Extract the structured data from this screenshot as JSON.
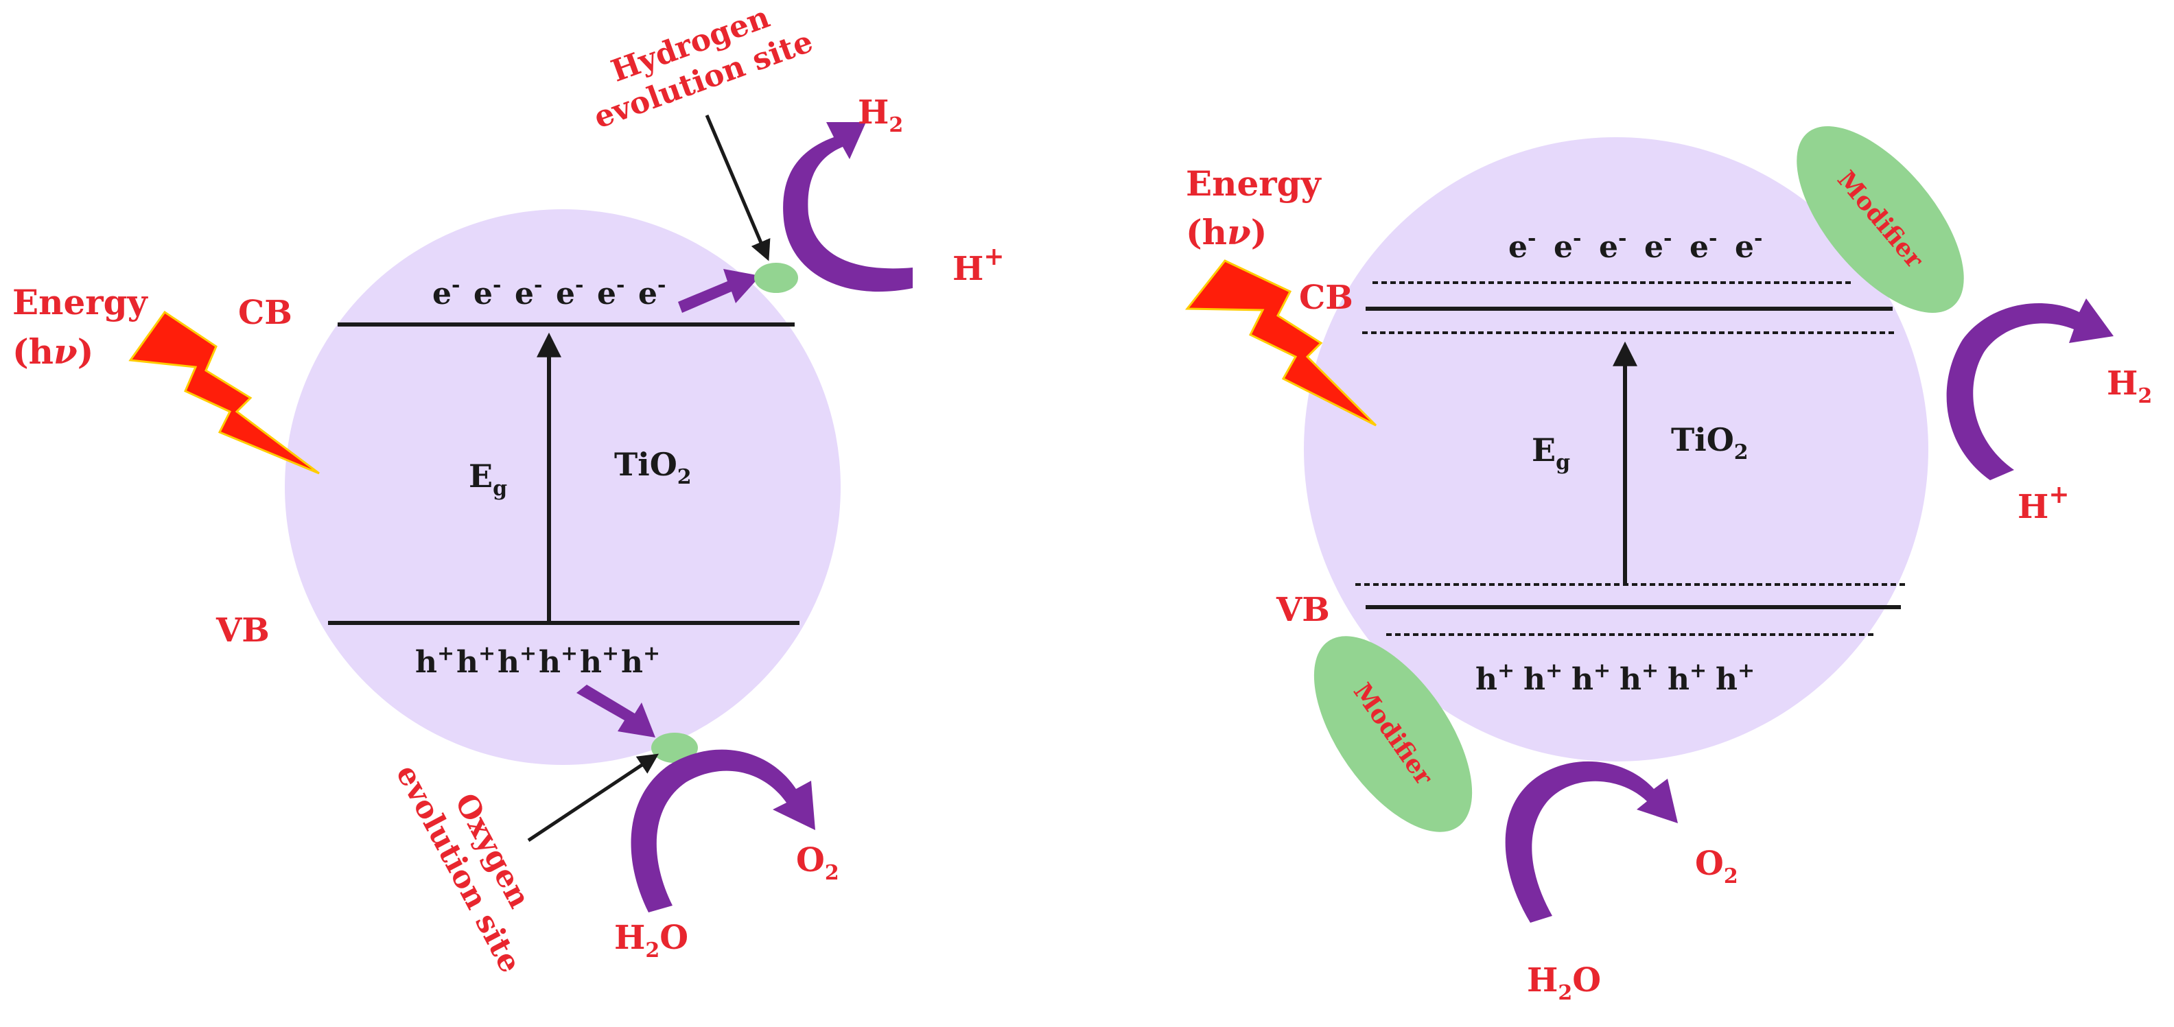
{
  "colors": {
    "sphere": "#e6d9fb",
    "label_red": "#e8262e",
    "arrow_purple": "#7b2aa0",
    "site_green": "#93d491",
    "bolt_red": "#ff1e0a",
    "line": "#1a1a1a"
  },
  "left": {
    "energy_label": "Energy",
    "hv_open": "(h",
    "hv_nu": "ν",
    "hv_close": ")",
    "cb_label": "CB",
    "vb_label": "VB",
    "bandgap_main": "E",
    "bandgap_sub": "g",
    "material_main": "TiO",
    "material_sub": "2",
    "electrons": [
      "e",
      "e",
      "e",
      "e",
      "e",
      "e"
    ],
    "electron_sup": "-",
    "holes": [
      "h",
      "h",
      "h",
      "h",
      "h",
      "h"
    ],
    "hole_sup": "+",
    "h2_main": "H",
    "h2_sub": "2",
    "hplus_main": "H",
    "hplus_sup": "+",
    "o2_main": "O",
    "o2_sub": "2",
    "h2o_h": "H",
    "h2o_sub": "2",
    "h2o_o": "O",
    "hydrogen_site_line1": "Hydrogen",
    "hydrogen_site_line2": "evolution site",
    "oxygen_site_line1": "Oxygen",
    "oxygen_site_line2": "evolution site"
  },
  "right": {
    "energy_label": "Energy",
    "hv_open": "(h",
    "hv_nu": "ν",
    "hv_close": ")",
    "cb_label": "CB",
    "vb_label": "VB",
    "bandgap_main": "E",
    "bandgap_sub": "g",
    "material_main": "TiO",
    "material_sub": "2",
    "electrons": [
      "e",
      "e",
      "e",
      "e",
      "e",
      "e"
    ],
    "electron_sup": "-",
    "holes": [
      "h",
      "h",
      "h",
      "h",
      "h",
      "h"
    ],
    "hole_sup": "+",
    "h2_main": "H",
    "h2_sub": "2",
    "hplus_main": "H",
    "hplus_sup": "+",
    "o2_main": "O",
    "o2_sub": "2",
    "h2o_h": "H",
    "h2o_sub": "2",
    "h2o_o": "O",
    "modifier_top": "Modifier",
    "modifier_bottom": "Modifier"
  }
}
